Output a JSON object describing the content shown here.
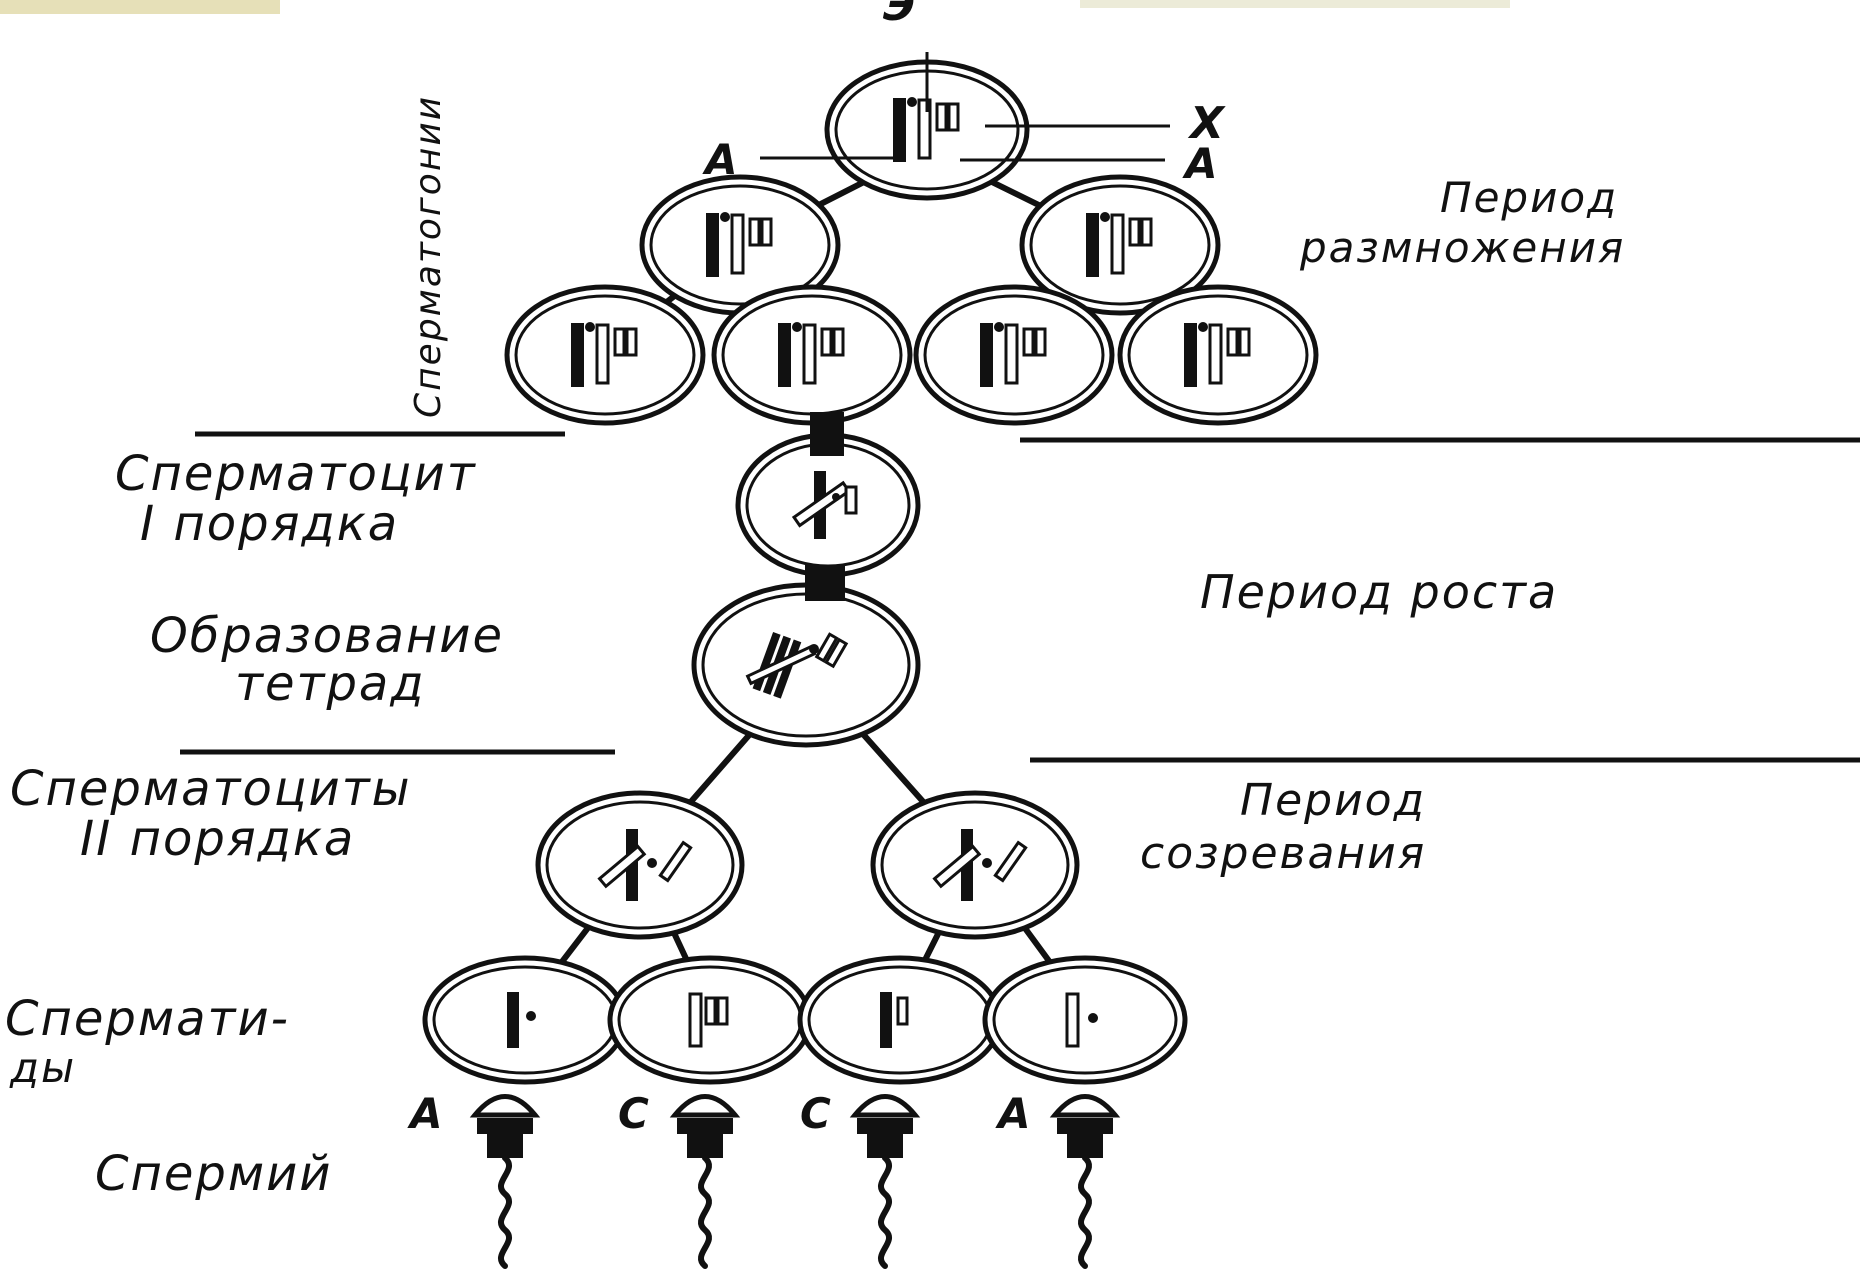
{
  "marks": {
    "top": "Э",
    "x": "X",
    "a_left": "A",
    "a_right": "A"
  },
  "labels": {
    "spermatogonia": "Сперматогонии",
    "reproduction_period": [
      "Период",
      "размножения"
    ],
    "spermatocyte1": [
      "Сперматоцит",
      "I порядка"
    ],
    "tetrad_formation": [
      "Образование",
      "тетрад"
    ],
    "growth_period": "Период роста",
    "spermatocytes2": [
      "Сперматоциты",
      "II порядка"
    ],
    "maturation_period": [
      "Период",
      "созревания"
    ],
    "spermatids": [
      "Спермати-",
      "ды"
    ],
    "sperm": "Спермий"
  },
  "sperm_letters": [
    "А",
    "С",
    "С",
    "А"
  ],
  "colors": {
    "ink": "#111111",
    "bar_left": "#e6e0b8",
    "bar_right": "#ecebd8"
  }
}
